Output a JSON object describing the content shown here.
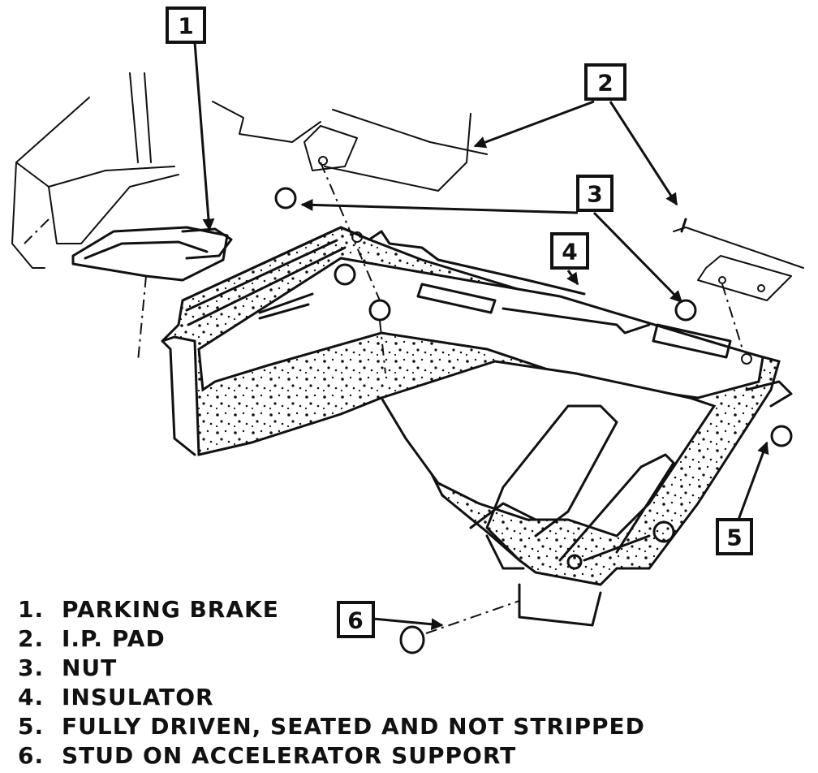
{
  "callouts": [
    {
      "number": "1"
    },
    {
      "number": "2"
    },
    {
      "number": "3"
    },
    {
      "number": "4"
    },
    {
      "number": "5"
    },
    {
      "number": "6"
    }
  ],
  "legend": [
    {
      "num": "1.",
      "text": "PARKING BRAKE"
    },
    {
      "num": "2.",
      "text": "I.P. PAD"
    },
    {
      "num": "3.",
      "text": "NUT"
    },
    {
      "num": "4.",
      "text": "INSULATOR"
    },
    {
      "num": "5.",
      "text": "FULLY DRIVEN, SEATED AND NOT STRIPPED"
    },
    {
      "num": "6.",
      "text": "STUD ON ACCELERATOR SUPPORT"
    }
  ]
}
